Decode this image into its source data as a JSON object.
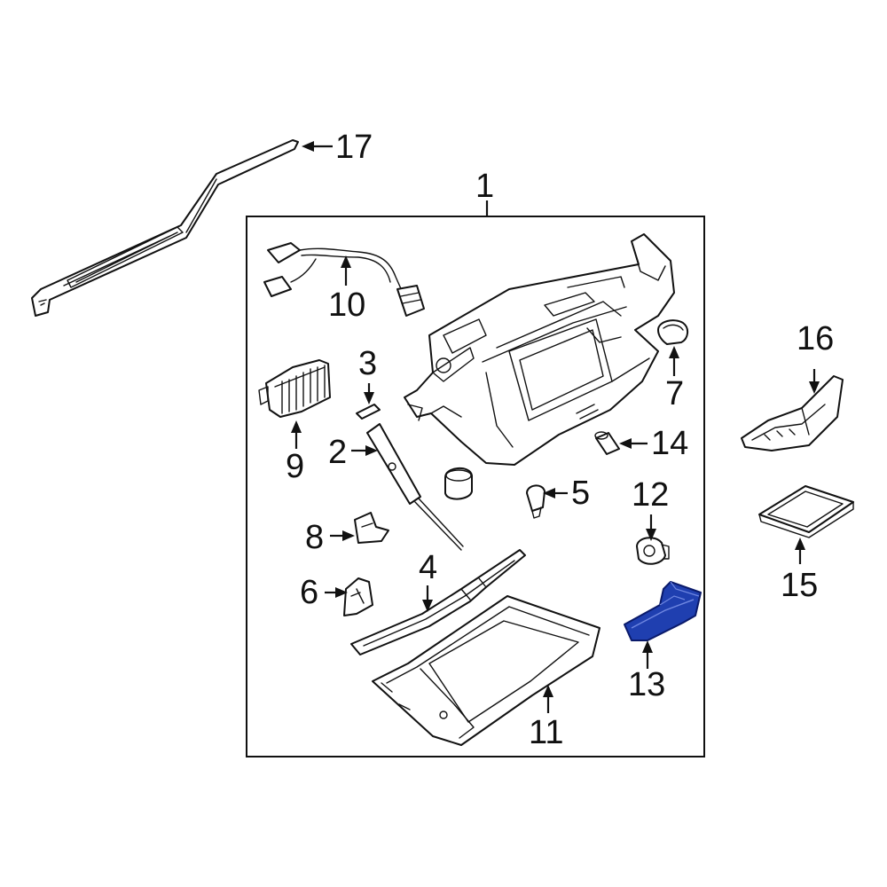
{
  "callouts": {
    "c1": "1",
    "c2": "2",
    "c3": "3",
    "c4": "4",
    "c5": "5",
    "c6": "6",
    "c7": "7",
    "c8": "8",
    "c9": "9",
    "c10": "10",
    "c11": "11",
    "c12": "12",
    "c13": "13",
    "c14": "14",
    "c15": "15",
    "c16": "16",
    "c17": "17"
  },
  "highlighted_part": "13",
  "colors": {
    "line": "#111111",
    "highlight_fill": "#1f3fb0",
    "highlight_stroke": "#0a1a6a",
    "background": "#ffffff"
  }
}
